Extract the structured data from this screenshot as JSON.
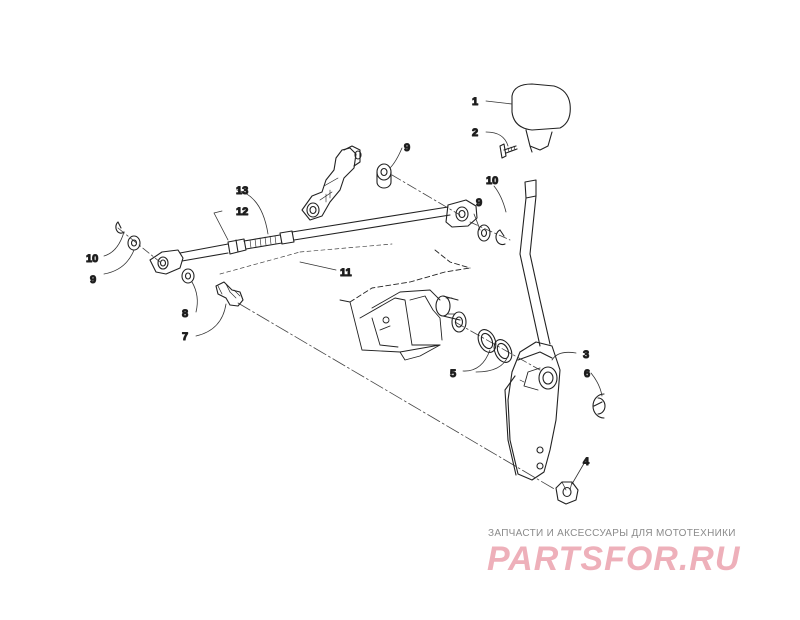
{
  "callouts": [
    {
      "id": "c1",
      "text": "1"
    },
    {
      "id": "c2",
      "text": "2"
    },
    {
      "id": "c3",
      "text": "3"
    },
    {
      "id": "c4",
      "text": "4"
    },
    {
      "id": "c5",
      "text": "5"
    },
    {
      "id": "c6",
      "text": "6"
    },
    {
      "id": "c7",
      "text": "7"
    },
    {
      "id": "c8",
      "text": "8"
    },
    {
      "id": "c9a",
      "text": "9"
    },
    {
      "id": "c9b",
      "text": "9"
    },
    {
      "id": "c9c",
      "text": "9"
    },
    {
      "id": "c10a",
      "text": "10"
    },
    {
      "id": "c10b",
      "text": "10"
    },
    {
      "id": "c11",
      "text": "11"
    },
    {
      "id": "c12",
      "text": "12"
    },
    {
      "id": "c13",
      "text": "13"
    }
  ],
  "watermark": {
    "tagline": "ЗАПЧАСТИ И АКСЕССУАРЫ ДЛЯ МОТОТЕХНИКИ",
    "logo": "PARTSFOR.RU",
    "color": "#e07082"
  }
}
